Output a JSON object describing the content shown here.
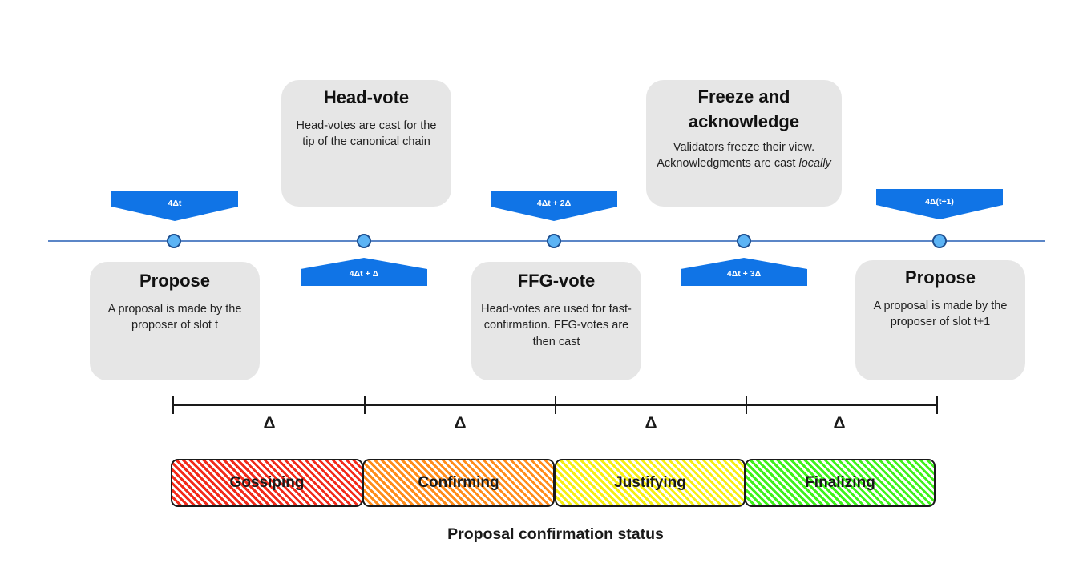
{
  "timeline": {
    "points": [
      {
        "time_label": "4Δt",
        "banner_side": "above"
      },
      {
        "time_label": "4Δt + Δ",
        "banner_side": "below"
      },
      {
        "time_label": "4Δt + 2Δ",
        "banner_side": "above"
      },
      {
        "time_label": "4Δt + 3Δ",
        "banner_side": "below"
      },
      {
        "time_label": "4Δ(t+1)",
        "banner_side": "above"
      }
    ],
    "cards": [
      {
        "title": "Propose",
        "description": "A proposal is made by the proposer of slot t"
      },
      {
        "title": "Head-vote",
        "description": "Head-votes are cast for the tip of the canonical chain"
      },
      {
        "title": "FFG-vote",
        "description": "Head-votes are used for fast-confirmation. FFG-votes are then cast"
      },
      {
        "title": "Freeze and acknowledge",
        "description_plain": "Validators freeze their view. Acknowledgments are cast ",
        "description_italic": "locally"
      },
      {
        "title": "Propose",
        "description": "A proposal is made by the proposer of slot t+1"
      }
    ]
  },
  "intervals": [
    "Δ",
    "Δ",
    "Δ",
    "Δ"
  ],
  "statuses": [
    {
      "label": "Gossiping",
      "color": "#f22a1a"
    },
    {
      "label": "Confirming",
      "color": "#ff8c1a"
    },
    {
      "label": "Justifying",
      "color": "#f5ee12"
    },
    {
      "label": "Finalizing",
      "color": "#3ef21a"
    }
  ],
  "caption": "Proposal confirmation status",
  "colors": {
    "banner": "#1074e6",
    "node_fill": "#5cb4f5",
    "node_border": "#1f4f8f",
    "line": "#5b86c7",
    "card": "#e6e6e6"
  }
}
